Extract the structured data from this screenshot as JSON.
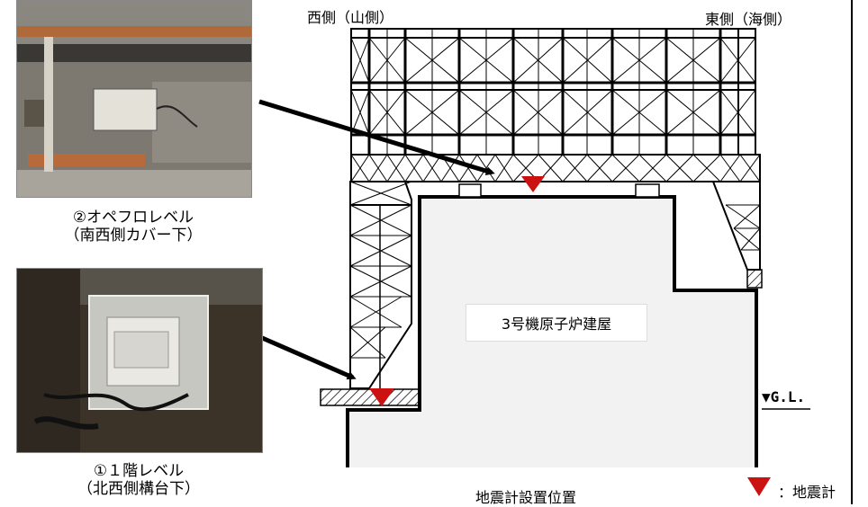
{
  "labels": {
    "west": "西側（山側）",
    "east": "東側（海側）",
    "building": "3号機原子炉建屋",
    "gl": "▼G.L.",
    "footer_title": "地震計設置位置",
    "legend": "：地震計"
  },
  "photos": {
    "upper_caption_line1": "②オペフロレベル",
    "upper_caption_line2": "（南西側カバー下）",
    "lower_caption_line1": "①１階レベル",
    "lower_caption_line2": "（北西側構台下）"
  },
  "colors": {
    "seismometer": "#cc1111",
    "building_fill": "#f2f2f2",
    "structure": "#000000"
  },
  "icons": {
    "seismometer": "red-down-triangle-icon"
  }
}
